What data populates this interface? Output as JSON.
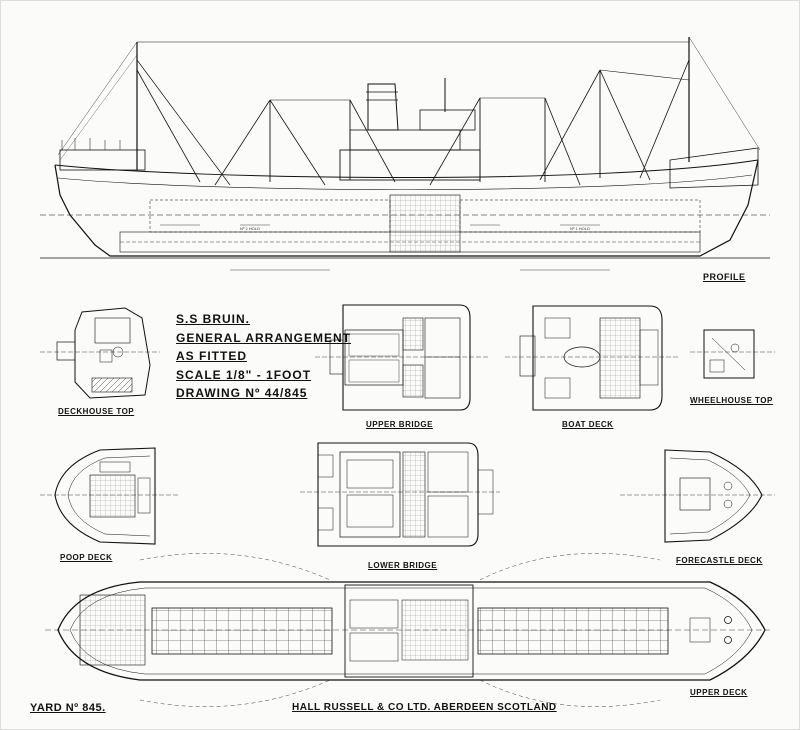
{
  "title_block": {
    "ship": "S.S BRUIN.",
    "line1": "GENERAL ARRANGEMENT",
    "line2": "AS FITTED",
    "scale": "SCALE 1/8\" - 1FOOT",
    "drawing_no": "DRAWING Nº 44/845"
  },
  "views": {
    "profile": "PROFILE",
    "deckhouse_top": "DECKHOUSE TOP",
    "upper_bridge": "UPPER BRIDGE",
    "boat_deck": "BOAT DECK",
    "wheelhouse_top": "WHEELHOUSE TOP",
    "poop_deck": "POOP DECK",
    "lower_bridge": "LOWER BRIDGE",
    "forecastle_deck": "FORECASTLE DECK",
    "upper_deck": "UPPER DECK"
  },
  "hold_labels": {
    "no2_hold": "Nº 2 HOLD",
    "no1_hold": "Nº 1 HOLD"
  },
  "footer": {
    "yard_no": "YARD Nº 845.",
    "builder": "HALL RUSSELL & CO LTD. ABERDEEN SCOTLAND"
  },
  "colors": {
    "ink": "#111111",
    "paper": "#fbfbf9"
  }
}
